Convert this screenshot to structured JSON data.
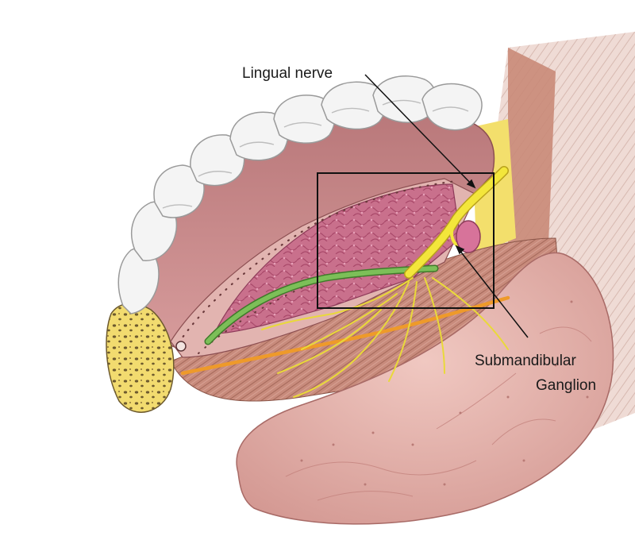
{
  "labels": {
    "lingual_nerve": "Lingual nerve",
    "submandibular_line1": "Submandibular",
    "submandibular_line2": "Ganglion"
  },
  "colors": {
    "gum": "#c9898a",
    "gum_dark": "#a86566",
    "gland": "#c9708c",
    "gland_lobule": "#b45676",
    "tooth": "#f4f4f4",
    "tooth_shadow": "#cfcfcf",
    "bone": "#f2db6f",
    "nerve_yellow": "#f0e23a",
    "duct_green": "#6ab04c",
    "artery_orange": "#ee9a2a",
    "muscle": "#c88b7c",
    "tongue": "#e7b6ae",
    "tongue_dark": "#c88c86",
    "box": "#111111"
  }
}
